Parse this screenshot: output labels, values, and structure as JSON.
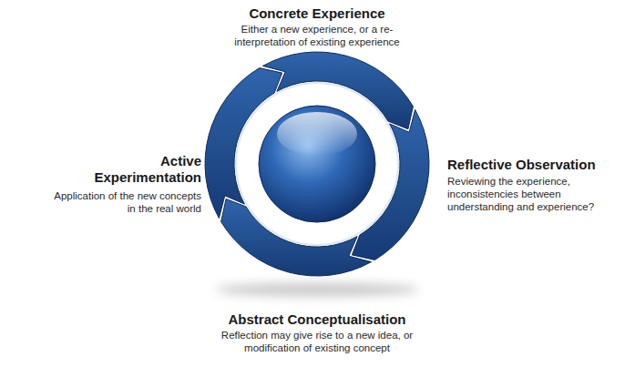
{
  "diagram": {
    "labels": [
      "Concrete Experience",
      "Either a new experience, or a re-interpretation of existing experience",
      "Reflective Observation",
      "Reviewing the experience, inconsistencies between understanding and experience?",
      "Abstract Conceptualisation",
      "Reflection may give rise to a new idea, or modification of existing concept",
      "Active Experimentation",
      "Application of the new concepts in the real world"
    ]
  }
}
